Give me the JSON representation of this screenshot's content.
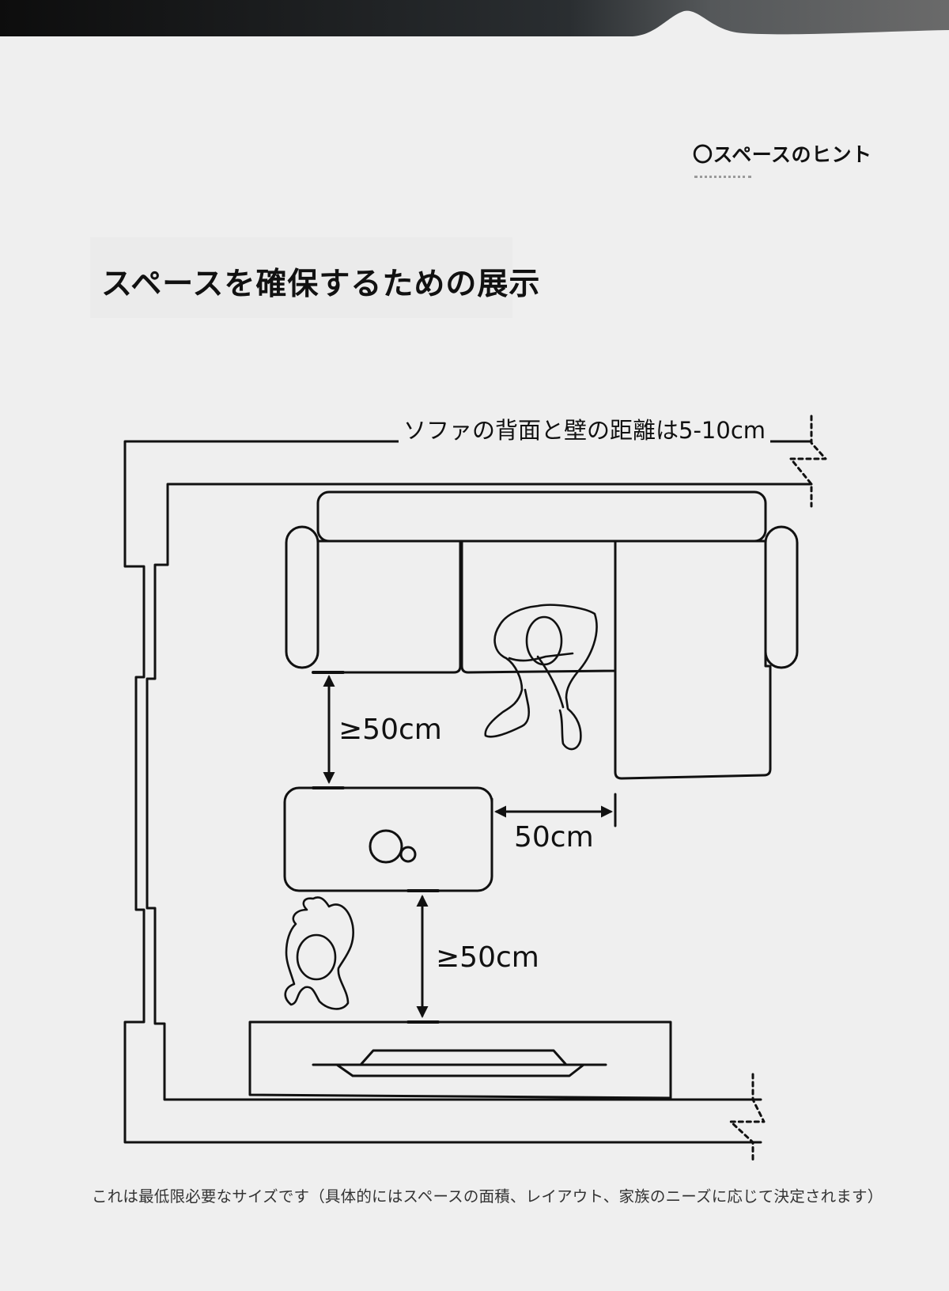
{
  "colors": {
    "background": "#efefef",
    "line": "#111111",
    "top_band": "#1c1c1c"
  },
  "header": {
    "hint": "〇スペースのヒント",
    "title": "スペースを確保するための展示"
  },
  "diagram": {
    "wall_note": "ソファの背面と壁の距離は5-10cm",
    "dim_sofa_table": "≥50cm",
    "dim_table_side": "50cm",
    "dim_table_tv": "≥50cm"
  },
  "footer": {
    "note": "これは最低限必要なサイズです（具体的にはスペースの面積、レイアウト、家族のニーズに応じて決定されます）"
  }
}
